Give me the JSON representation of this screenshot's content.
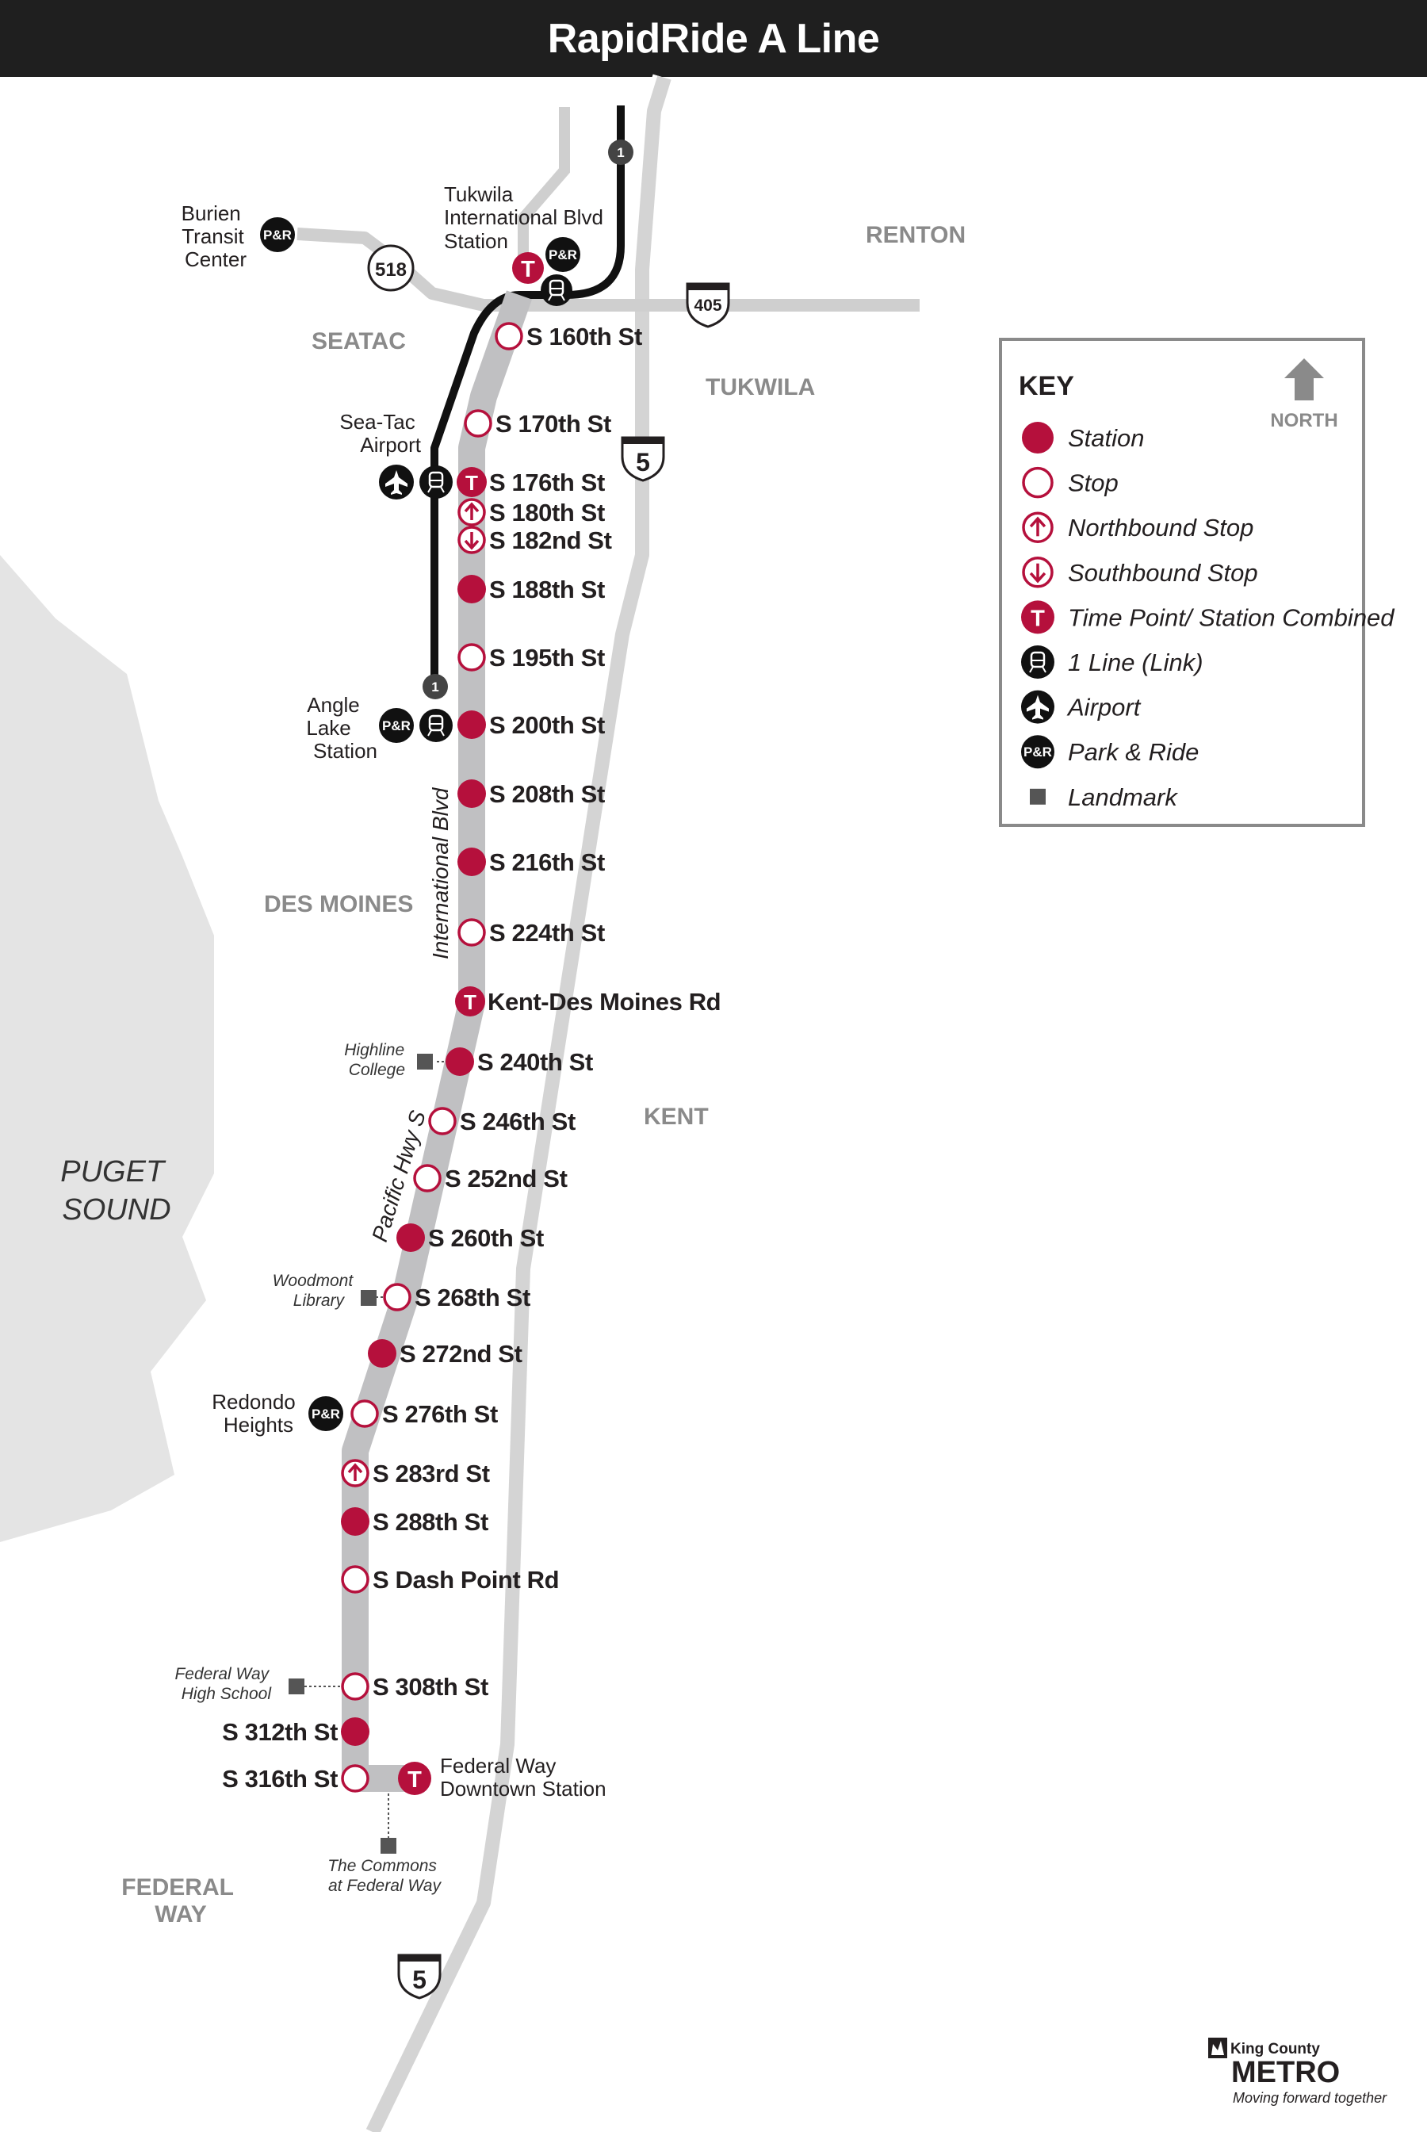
{
  "title": "RapidRide A Line",
  "colors": {
    "route": "#c0c0c2",
    "station_red": "#b5103c",
    "link_black": "#111111",
    "land_gray": "#e4e4e4",
    "road_gray": "#c8c8c8"
  },
  "areas": {
    "renton": "RENTON",
    "seatac": "SEATAC",
    "tukwila": "TUKWILA",
    "des_moines": "DES MOINES",
    "kent": "KENT",
    "federal_way": [
      "FEDERAL",
      "WAY"
    ],
    "puget_sound": [
      "PUGET",
      "SOUND"
    ]
  },
  "road_labels": {
    "international_blvd": "International Blvd",
    "pacific_hwy": "Pacific Hwy S"
  },
  "shields": {
    "i5": "5",
    "i405": "405",
    "sr518": "518",
    "link_line": "1",
    "park_ride": "P&R",
    "time_point": "T"
  },
  "places": {
    "burien": [
      "Burien",
      "Transit",
      "Center"
    ],
    "tukwila_station": [
      "Tukwila",
      "International Blvd",
      "Station"
    ],
    "seatac_airport": [
      "Sea-Tac",
      "Airport"
    ],
    "angle_lake": [
      "Angle",
      "Lake",
      "Station"
    ],
    "redondo": [
      "Redondo",
      "Heights"
    ],
    "federal_way_downtown": [
      "Federal Way",
      "Downtown Station"
    ]
  },
  "landmarks": {
    "highline": [
      "Highline",
      "College"
    ],
    "woodmont": [
      "Woodmont",
      "Library"
    ],
    "fwhs": [
      "Federal Way",
      "High School"
    ],
    "commons": [
      "The Commons",
      "at Federal Way"
    ]
  },
  "stops": [
    {
      "name": "S 160th St",
      "type": "stop"
    },
    {
      "name": "S 170th St",
      "type": "stop"
    },
    {
      "name": "S 176th St",
      "type": "timepoint"
    },
    {
      "name": "S 180th St",
      "type": "northbound"
    },
    {
      "name": "S 182nd St",
      "type": "southbound"
    },
    {
      "name": "S 188th St",
      "type": "station"
    },
    {
      "name": "S 195th St",
      "type": "stop"
    },
    {
      "name": "S 200th St",
      "type": "station"
    },
    {
      "name": "S 208th St",
      "type": "station"
    },
    {
      "name": "S 216th St",
      "type": "station"
    },
    {
      "name": "S 224th St",
      "type": "stop"
    },
    {
      "name": "Kent-Des Moines Rd",
      "type": "timepoint"
    },
    {
      "name": "S 240th St",
      "type": "station"
    },
    {
      "name": "S 246th St",
      "type": "stop"
    },
    {
      "name": "S 252nd St",
      "type": "stop"
    },
    {
      "name": "S 260th St",
      "type": "station"
    },
    {
      "name": "S 268th St",
      "type": "stop"
    },
    {
      "name": "S 272nd St",
      "type": "station"
    },
    {
      "name": "S 276th St",
      "type": "stop"
    },
    {
      "name": "S 283rd St",
      "type": "northbound"
    },
    {
      "name": "S 288th St",
      "type": "station"
    },
    {
      "name": "S Dash Point Rd",
      "type": "stop"
    },
    {
      "name": "S 308th St",
      "type": "stop"
    },
    {
      "name": "S 312th St",
      "type": "station"
    },
    {
      "name": "S 316th St",
      "type": "stop"
    }
  ],
  "key": {
    "heading": "KEY",
    "north": "NORTH",
    "items": [
      {
        "icon": "station",
        "label": "Station"
      },
      {
        "icon": "stop",
        "label": "Stop"
      },
      {
        "icon": "northbound",
        "label": "Northbound Stop"
      },
      {
        "icon": "southbound",
        "label": "Southbound Stop"
      },
      {
        "icon": "timepoint",
        "label": "Time Point/ Station Combined"
      },
      {
        "icon": "link",
        "label": "1 Line (Link)"
      },
      {
        "icon": "airport",
        "label": "Airport"
      },
      {
        "icon": "park-ride",
        "label": "Park & Ride"
      },
      {
        "icon": "landmark",
        "label": "Landmark"
      }
    ]
  },
  "brand": {
    "org": "King County",
    "name": "METRO",
    "tagline": "Moving forward together"
  }
}
